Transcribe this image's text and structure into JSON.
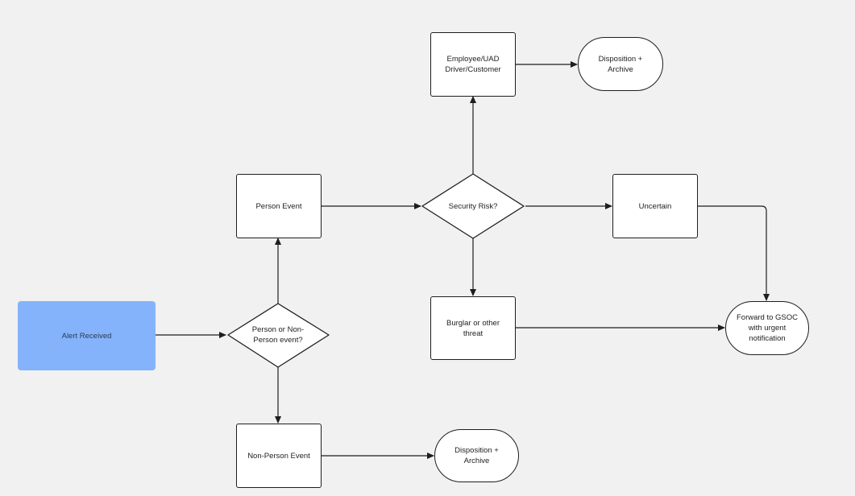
{
  "colors": {
    "background": "#f1f1f1",
    "start_fill": "#84b3fb",
    "node_fill": "#ffffff",
    "stroke": "#1e1e1e"
  },
  "nodes": {
    "alert_received": "Alert Received",
    "person_or_non_person": "Person or Non-\nPerson event?",
    "person_event": "Person Event",
    "non_person_event": "Non-Person Event",
    "security_risk": "Security Risk?",
    "employee_uad": "Employee/UAD\nDriver/Customer",
    "disposition_top": "Disposition +\nArchive",
    "uncertain": "Uncertain",
    "burglar_threat": "Burglar or other\nthreat",
    "forward_gsoc": "Forward to GSOC\nwith urgent\nnotification",
    "disposition_bottom": "Disposition +\nArchive"
  }
}
